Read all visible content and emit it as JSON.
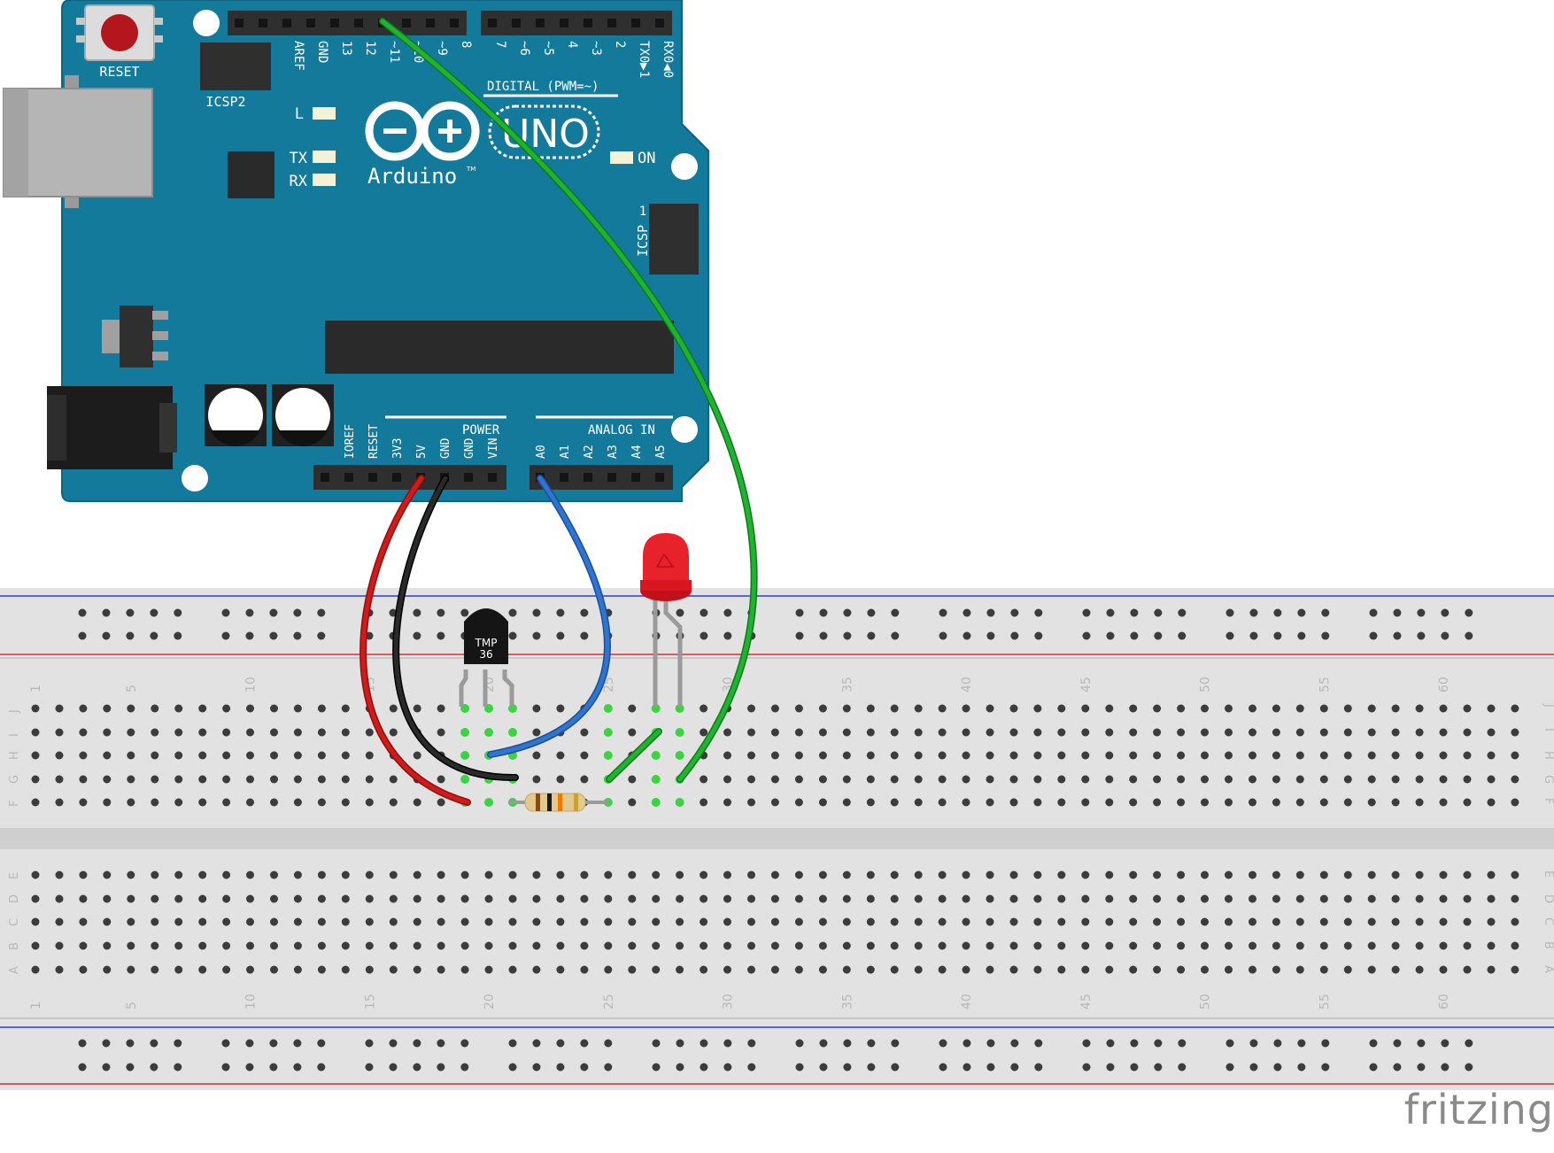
{
  "app": {
    "watermark": "fritzing"
  },
  "colors": {
    "board": "#147a9b",
    "board_edge": "#0f6482",
    "header": "#3a3a3a",
    "breadboard": "#e2e2e2",
    "rail_blue": "#2f3bd8",
    "rail_red": "#d63030",
    "wire_red": "#d11b1b",
    "wire_black": "#1d1d1d",
    "wire_blue": "#2f74d0",
    "wire_green": "#1fb32f",
    "led_red": "#e8222b",
    "highlight_green": "#39d43f"
  },
  "board": {
    "reset_label": "RESET",
    "icsp2_label": "ICSP2",
    "icsp_label": "ICSP",
    "icsp_pin1": "1",
    "led_l": "L",
    "led_tx": "TX",
    "led_rx": "RX",
    "on_label": "ON",
    "logo_uno": "UNO",
    "logo_brand": "Arduino",
    "logo_tm": "TM",
    "digital_label": "DIGITAL (PWM=~)",
    "power_label": "POWER",
    "analog_label": "ANALOG IN",
    "top_pins": [
      "AREF",
      "GND",
      "13",
      "12",
      "~11",
      "~10",
      "~9",
      "8",
      "7",
      "~6",
      "~5",
      "4",
      "~3",
      "2",
      "TX0▶1",
      "RX0◀0"
    ],
    "bottom_pins_power": [
      "IOREF",
      "RESET",
      "3V3",
      "5V",
      "GND",
      "GND",
      "VIN"
    ],
    "bottom_pins_analog": [
      "A0",
      "A1",
      "A2",
      "A3",
      "A4",
      "A5"
    ]
  },
  "breadboard": {
    "column_numbers": [
      "1",
      "5",
      "10",
      "15",
      "20",
      "25",
      "30",
      "35",
      "40",
      "45",
      "50",
      "55",
      "60"
    ],
    "rows_top": [
      "J",
      "I",
      "H",
      "G",
      "F"
    ],
    "rows_bottom": [
      "E",
      "D",
      "C",
      "B",
      "A"
    ]
  },
  "components": {
    "sensor_label_line1": "TMP",
    "sensor_label_line2": "36"
  },
  "wires": [
    {
      "name": "5V to sensor",
      "color": "red"
    },
    {
      "name": "GND to sensor",
      "color": "black"
    },
    {
      "name": "A0 to sensor out",
      "color": "blue"
    },
    {
      "name": "Pin 11 to LED",
      "color": "green"
    }
  ]
}
